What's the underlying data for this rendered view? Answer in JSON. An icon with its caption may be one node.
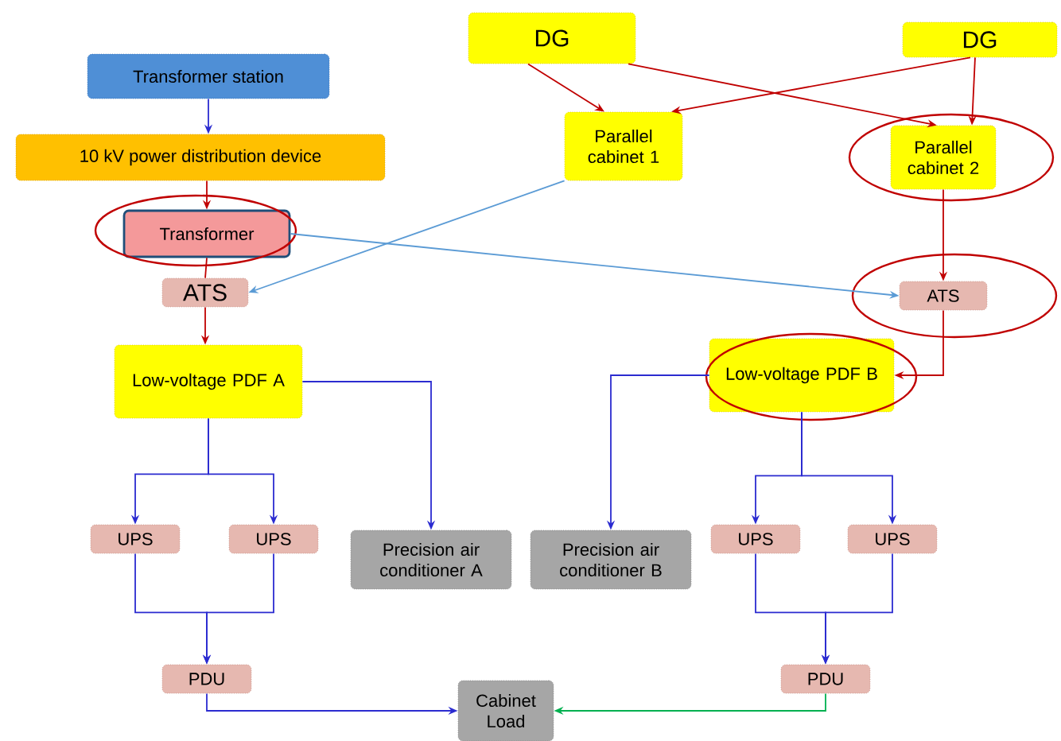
{
  "diagram": {
    "nodes": [
      {
        "text": [
          "Transformer station"
        ]
      },
      {
        "text": [
          "10 kV power distribution device"
        ]
      },
      {
        "text": [
          "Transformer"
        ]
      },
      {
        "text": [
          "ATS"
        ]
      },
      {
        "text": [
          "Low-voltage PDF A"
        ]
      },
      {
        "text": [
          "DG"
        ]
      },
      {
        "text": [
          "DG"
        ]
      },
      {
        "text": [
          "Parallel cabinet 1"
        ]
      },
      {
        "text": [
          "Parallel cabinet 2"
        ]
      },
      {
        "text": [
          "ATS"
        ]
      },
      {
        "text": [
          "Low-voltage PDF B"
        ]
      },
      {
        "text": [
          "UPS"
        ]
      },
      {
        "text": [
          "UPS"
        ]
      },
      {
        "text": [
          "Precision air conditioner A"
        ]
      },
      {
        "text": [
          "Precision air conditioner B"
        ]
      },
      {
        "text": [
          "UPS"
        ]
      },
      {
        "text": [
          "UPS"
        ]
      },
      {
        "text": [
          "PDU"
        ]
      },
      {
        "text": [
          "Cabinet Load"
        ]
      },
      {
        "text": [
          "PDU"
        ]
      }
    ],
    "edges": [
      {
        "from": 0,
        "to": 1,
        "arrow": "to"
      },
      {
        "from": 1,
        "to": 2,
        "arrow": "to",
        "color": "#c00000"
      },
      {
        "from": 2,
        "to": 3,
        "arrow": "none",
        "color": "#c00000"
      },
      {
        "from": 3,
        "to": 4,
        "arrow": "to",
        "color": "#c00000"
      },
      {
        "from": 5,
        "to": 7,
        "arrow": "to",
        "color": "#c00000"
      },
      {
        "from": 5,
        "to": 8,
        "arrow": "to",
        "color": "#c00000"
      },
      {
        "from": 6,
        "to": 7,
        "arrow": "to",
        "color": "#c00000"
      },
      {
        "from": 6,
        "to": 8,
        "arrow": "to",
        "color": "#c00000"
      },
      {
        "from": 7,
        "to": 3,
        "arrow": "to",
        "color": "#5b9bd5"
      },
      {
        "from": 2,
        "to": 9,
        "arrow": "to",
        "color": "#5b9bd5"
      },
      {
        "from": 8,
        "to": 9,
        "arrow": "to",
        "color": "#c00000"
      },
      {
        "from": 9,
        "to": 10,
        "arrow": "to",
        "color": "#c00000"
      },
      {
        "from": 4,
        "to": 13,
        "arrow": "to"
      },
      {
        "from": 10,
        "to": 14,
        "arrow": "to"
      },
      {
        "from": 4,
        "to": 11,
        "arrow": "to"
      },
      {
        "from": 4,
        "to": 12,
        "arrow": "to"
      },
      {
        "from": 10,
        "to": 15,
        "arrow": "to"
      },
      {
        "from": 10,
        "to": 16,
        "arrow": "to"
      },
      {
        "from": 11,
        "to": 17,
        "arrow": "to"
      },
      {
        "from": 12,
        "to": 17,
        "arrow": "to"
      },
      {
        "from": 15,
        "to": 19,
        "arrow": "to"
      },
      {
        "from": 16,
        "to": 19,
        "arrow": "to"
      },
      {
        "from": 17,
        "to": 18,
        "arrow": "to"
      },
      {
        "from": 19,
        "to": 18,
        "arrow": "to",
        "color": "#00b050"
      }
    ]
  }
}
